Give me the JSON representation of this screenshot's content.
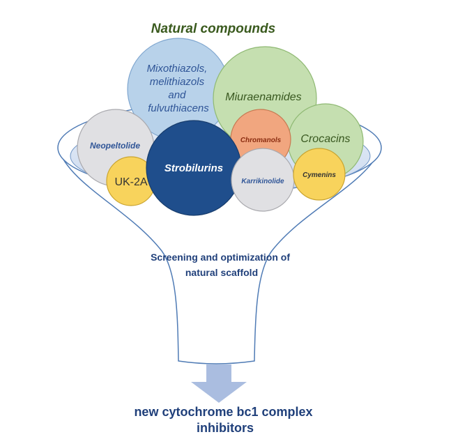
{
  "title": "Natural compounds",
  "compounds": {
    "mixothiazols": [
      "Mixothiazols,",
      "melithiazols",
      "and",
      "fulvuthiacens"
    ],
    "miuraenamides": "Miuraenamides",
    "neopeltolide": "Neopeltolide",
    "uk2a": "UK-2A",
    "strobilurins": "Strobilurins",
    "chromanols": "Chromanols",
    "crocacins": "Crocacins",
    "karrikinolide": "Karrikinolide",
    "cymenins": "Cymenins"
  },
  "screening": [
    "Screening and optimization of",
    "natural scaffold"
  ],
  "result": [
    "new cytochrome bc1 complex",
    "inhibitors"
  ],
  "colors": {
    "title": "#3a5a1e",
    "screening_text": "#1f3f7a",
    "result_text": "#1f3f7a",
    "light_blue": "#b8d2ea",
    "green": "#c5dfb0",
    "gray": "#e0e0e3",
    "yellow": "#f8d35c",
    "orange": "#f1a67f",
    "navy": "#1f4e8c",
    "arrow": "#aabde0",
    "funnel_edge": "#4f7bb5"
  },
  "icons": {
    "arrow": "down-arrow-icon",
    "funnel": "funnel-icon"
  }
}
